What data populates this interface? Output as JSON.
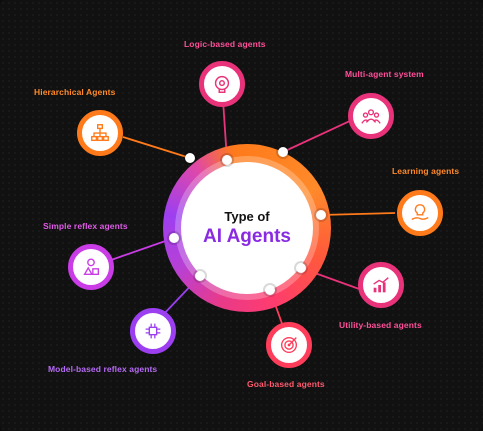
{
  "hub": {
    "line1": "Type of",
    "line2": "AI Agents"
  },
  "colors": {
    "orange": "#ff7a1a",
    "pink": "#e8337a",
    "magenta": "#d63ad0",
    "purple": "#9b3ff0",
    "red": "#ff3d5a"
  },
  "agents": [
    {
      "label": "Logic-based agents",
      "icon": "brain-gear-icon",
      "color": "#e8337a"
    },
    {
      "label": "Multi-agent system",
      "icon": "team-icon",
      "color": "#e8337a"
    },
    {
      "label": "Hierarchical Agents",
      "icon": "hierarchy-icon",
      "color": "#ff7a1a"
    },
    {
      "label": "Learning agents",
      "icon": "lightbulb-hand-icon",
      "color": "#ff7a1a"
    },
    {
      "label": "Simple reflex agents",
      "icon": "shapes-icon",
      "color": "#c93ce6"
    },
    {
      "label": "Utility-based agents",
      "icon": "growth-chart-icon",
      "color": "#e8337a"
    },
    {
      "label": "Model-based reflex agents",
      "icon": "circuit-brain-icon",
      "color": "#9b3ff0"
    },
    {
      "label": "Goal-based agents",
      "icon": "target-icon",
      "color": "#ff3d5a"
    }
  ]
}
